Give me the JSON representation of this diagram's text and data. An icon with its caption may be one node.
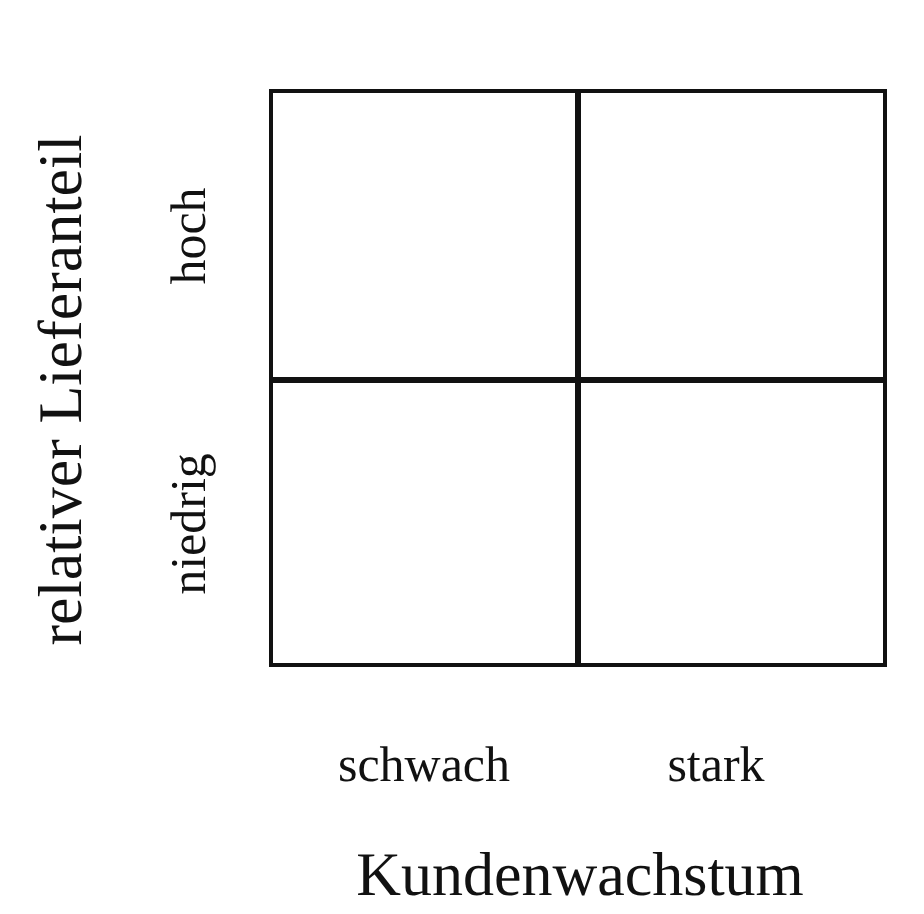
{
  "diagram": {
    "labels": [
      "relativer Lieferanteil",
      "hoch",
      "niedrig",
      "schwach",
      "stark",
      "Kundenwachstum"
    ]
  }
}
